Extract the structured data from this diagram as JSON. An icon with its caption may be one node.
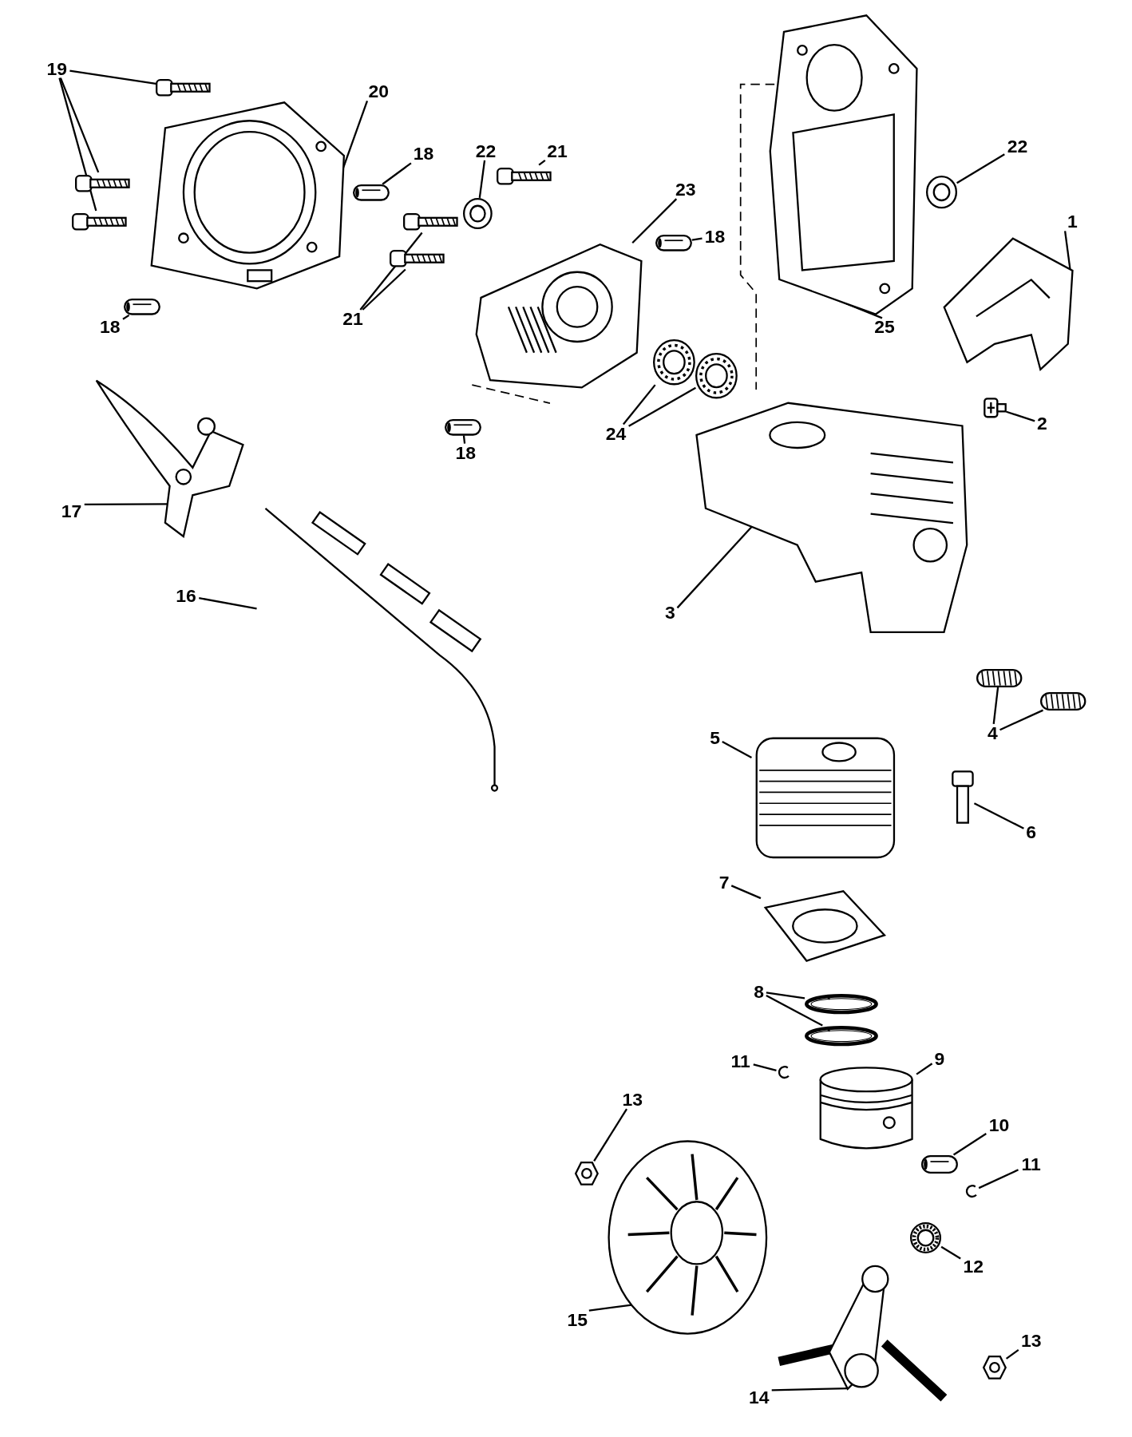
{
  "diagram": {
    "nodes": [
      {
        "text": [
          "19"
        ]
      },
      {
        "text": [
          "20"
        ]
      },
      {
        "text": [
          "18"
        ]
      },
      {
        "text": [
          "22"
        ]
      },
      {
        "text": [
          "21"
        ]
      },
      {
        "text": [
          "23"
        ]
      },
      {
        "text": [
          "22"
        ]
      },
      {
        "text": [
          "18"
        ]
      },
      {
        "text": [
          "21"
        ]
      },
      {
        "text": [
          "18"
        ]
      },
      {
        "text": [
          "1"
        ]
      },
      {
        "text": [
          "25"
        ]
      },
      {
        "text": [
          "24"
        ]
      },
      {
        "text": [
          "18"
        ]
      },
      {
        "text": [
          "2"
        ]
      },
      {
        "text": [
          "17"
        ]
      },
      {
        "text": [
          "16"
        ]
      },
      {
        "text": [
          "3"
        ]
      },
      {
        "text": [
          "4"
        ]
      },
      {
        "text": [
          "5"
        ]
      },
      {
        "text": [
          "6"
        ]
      },
      {
        "text": [
          "7"
        ]
      },
      {
        "text": [
          "8"
        ]
      },
      {
        "text": [
          "11"
        ]
      },
      {
        "text": [
          "9"
        ]
      },
      {
        "text": [
          "10"
        ]
      },
      {
        "text": [
          "13"
        ]
      },
      {
        "text": [
          "11"
        ]
      },
      {
        "text": [
          "12"
        ]
      },
      {
        "text": [
          "15"
        ]
      },
      {
        "text": [
          "14"
        ]
      },
      {
        "text": [
          "13"
        ]
      },
      {
        "text": [],
        "shape": "picture"
      },
      {
        "text": [],
        "shape": "picture"
      },
      {
        "text": [],
        "shape": "picture"
      },
      {
        "text": [],
        "shape": "picture"
      },
      {
        "text": [],
        "shape": "picture"
      },
      {
        "text": [],
        "shape": "picture"
      },
      {
        "text": [],
        "shape": "picture"
      },
      {
        "text": [],
        "shape": "picture"
      },
      {
        "text": [],
        "shape": "picture"
      },
      {
        "text": [],
        "shape": "picture"
      },
      {
        "text": [],
        "shape": "picture"
      },
      {
        "text": [],
        "shape": "picture"
      },
      {
        "text": [],
        "shape": "picture"
      },
      {
        "text": [],
        "shape": "picture"
      },
      {
        "text": [],
        "shape": "picture"
      },
      {
        "text": [],
        "shape": "picture"
      },
      {
        "text": [],
        "shape": "picture"
      },
      {
        "text": [],
        "shape": "picture"
      },
      {
        "text": [],
        "shape": "picture"
      },
      {
        "text": [],
        "shape": "picture"
      },
      {
        "text": [],
        "shape": "picture"
      },
      {
        "text": [],
        "shape": "picture"
      },
      {
        "text": [],
        "shape": "picture"
      },
      {
        "text": [],
        "shape": "picture"
      },
      {
        "text": [],
        "shape": "picture"
      },
      {
        "text": [],
        "shape": "picture"
      },
      {
        "text": [],
        "shape": "picture"
      },
      {
        "text": [],
        "shape": "picture"
      },
      {
        "text": [],
        "shape": "picture"
      },
      {
        "text": [],
        "shape": "picture"
      },
      {
        "text": [],
        "shape": "picture"
      },
      {
        "text": [],
        "shape": "picture"
      },
      {
        "text": [],
        "shape": "picture"
      },
      {
        "text": [],
        "shape": "picture"
      },
      {
        "text": [],
        "shape": "picture"
      },
      {
        "text": [],
        "shape": "picture"
      },
      {
        "text": [],
        "shape": "picture"
      },
      {
        "text": [],
        "shape": "picture"
      }
    ],
    "edges": [
      {
        "from": 0,
        "to": 32,
        "arrow": "none"
      },
      {
        "from": 0,
        "to": 33,
        "arrow": "none"
      },
      {
        "from": 0,
        "to": 34,
        "arrow": "none"
      },
      {
        "from": 1,
        "to": 35,
        "arrow": "none"
      },
      {
        "from": 2,
        "to": 36,
        "arrow": "none"
      },
      {
        "from": 3,
        "to": 37,
        "arrow": "none"
      },
      {
        "from": 4,
        "to": 38,
        "arrow": "none"
      },
      {
        "from": 5,
        "to": 39,
        "arrow": "none"
      },
      {
        "from": 6,
        "to": 40,
        "arrow": "none"
      },
      {
        "from": 7,
        "to": 41,
        "arrow": "none"
      },
      {
        "from": 8,
        "to": 42,
        "arrow": "none"
      },
      {
        "from": 8,
        "to": 43,
        "arrow": "none"
      },
      {
        "from": 9,
        "to": 44,
        "arrow": "none"
      },
      {
        "from": 10,
        "to": 45,
        "arrow": "none"
      },
      {
        "from": 11,
        "to": 46,
        "arrow": "none"
      },
      {
        "from": 12,
        "to": 47,
        "arrow": "none"
      },
      {
        "from": 12,
        "to": 48,
        "arrow": "none"
      },
      {
        "from": 13,
        "to": 49,
        "arrow": "none"
      },
      {
        "from": 14,
        "to": 50,
        "arrow": "none"
      },
      {
        "from": 15,
        "to": 51,
        "arrow": "none"
      },
      {
        "from": 16,
        "to": 52,
        "arrow": "none"
      },
      {
        "from": 17,
        "to": 53,
        "arrow": "none"
      },
      {
        "from": 18,
        "to": 54,
        "arrow": "none"
      },
      {
        "from": 18,
        "to": 55,
        "arrow": "none"
      },
      {
        "from": 19,
        "to": 56,
        "arrow": "none"
      },
      {
        "from": 20,
        "to": 57,
        "arrow": "none"
      },
      {
        "from": 21,
        "to": 58,
        "arrow": "none"
      },
      {
        "from": 22,
        "to": 59,
        "arrow": "none"
      },
      {
        "from": 22,
        "to": 60,
        "arrow": "none"
      },
      {
        "from": 23,
        "to": 61,
        "arrow": "none"
      },
      {
        "from": 24,
        "to": 62,
        "arrow": "none"
      },
      {
        "from": 25,
        "to": 63,
        "arrow": "none"
      },
      {
        "from": 26,
        "to": 64,
        "arrow": "none"
      },
      {
        "from": 27,
        "to": 65,
        "arrow": "none"
      },
      {
        "from": 28,
        "to": 66,
        "arrow": "none"
      },
      {
        "from": 29,
        "to": 67,
        "arrow": "none"
      },
      {
        "from": 30,
        "to": 68,
        "arrow": "none"
      },
      {
        "from": 31,
        "to": 69,
        "arrow": "none"
      }
    ]
  }
}
